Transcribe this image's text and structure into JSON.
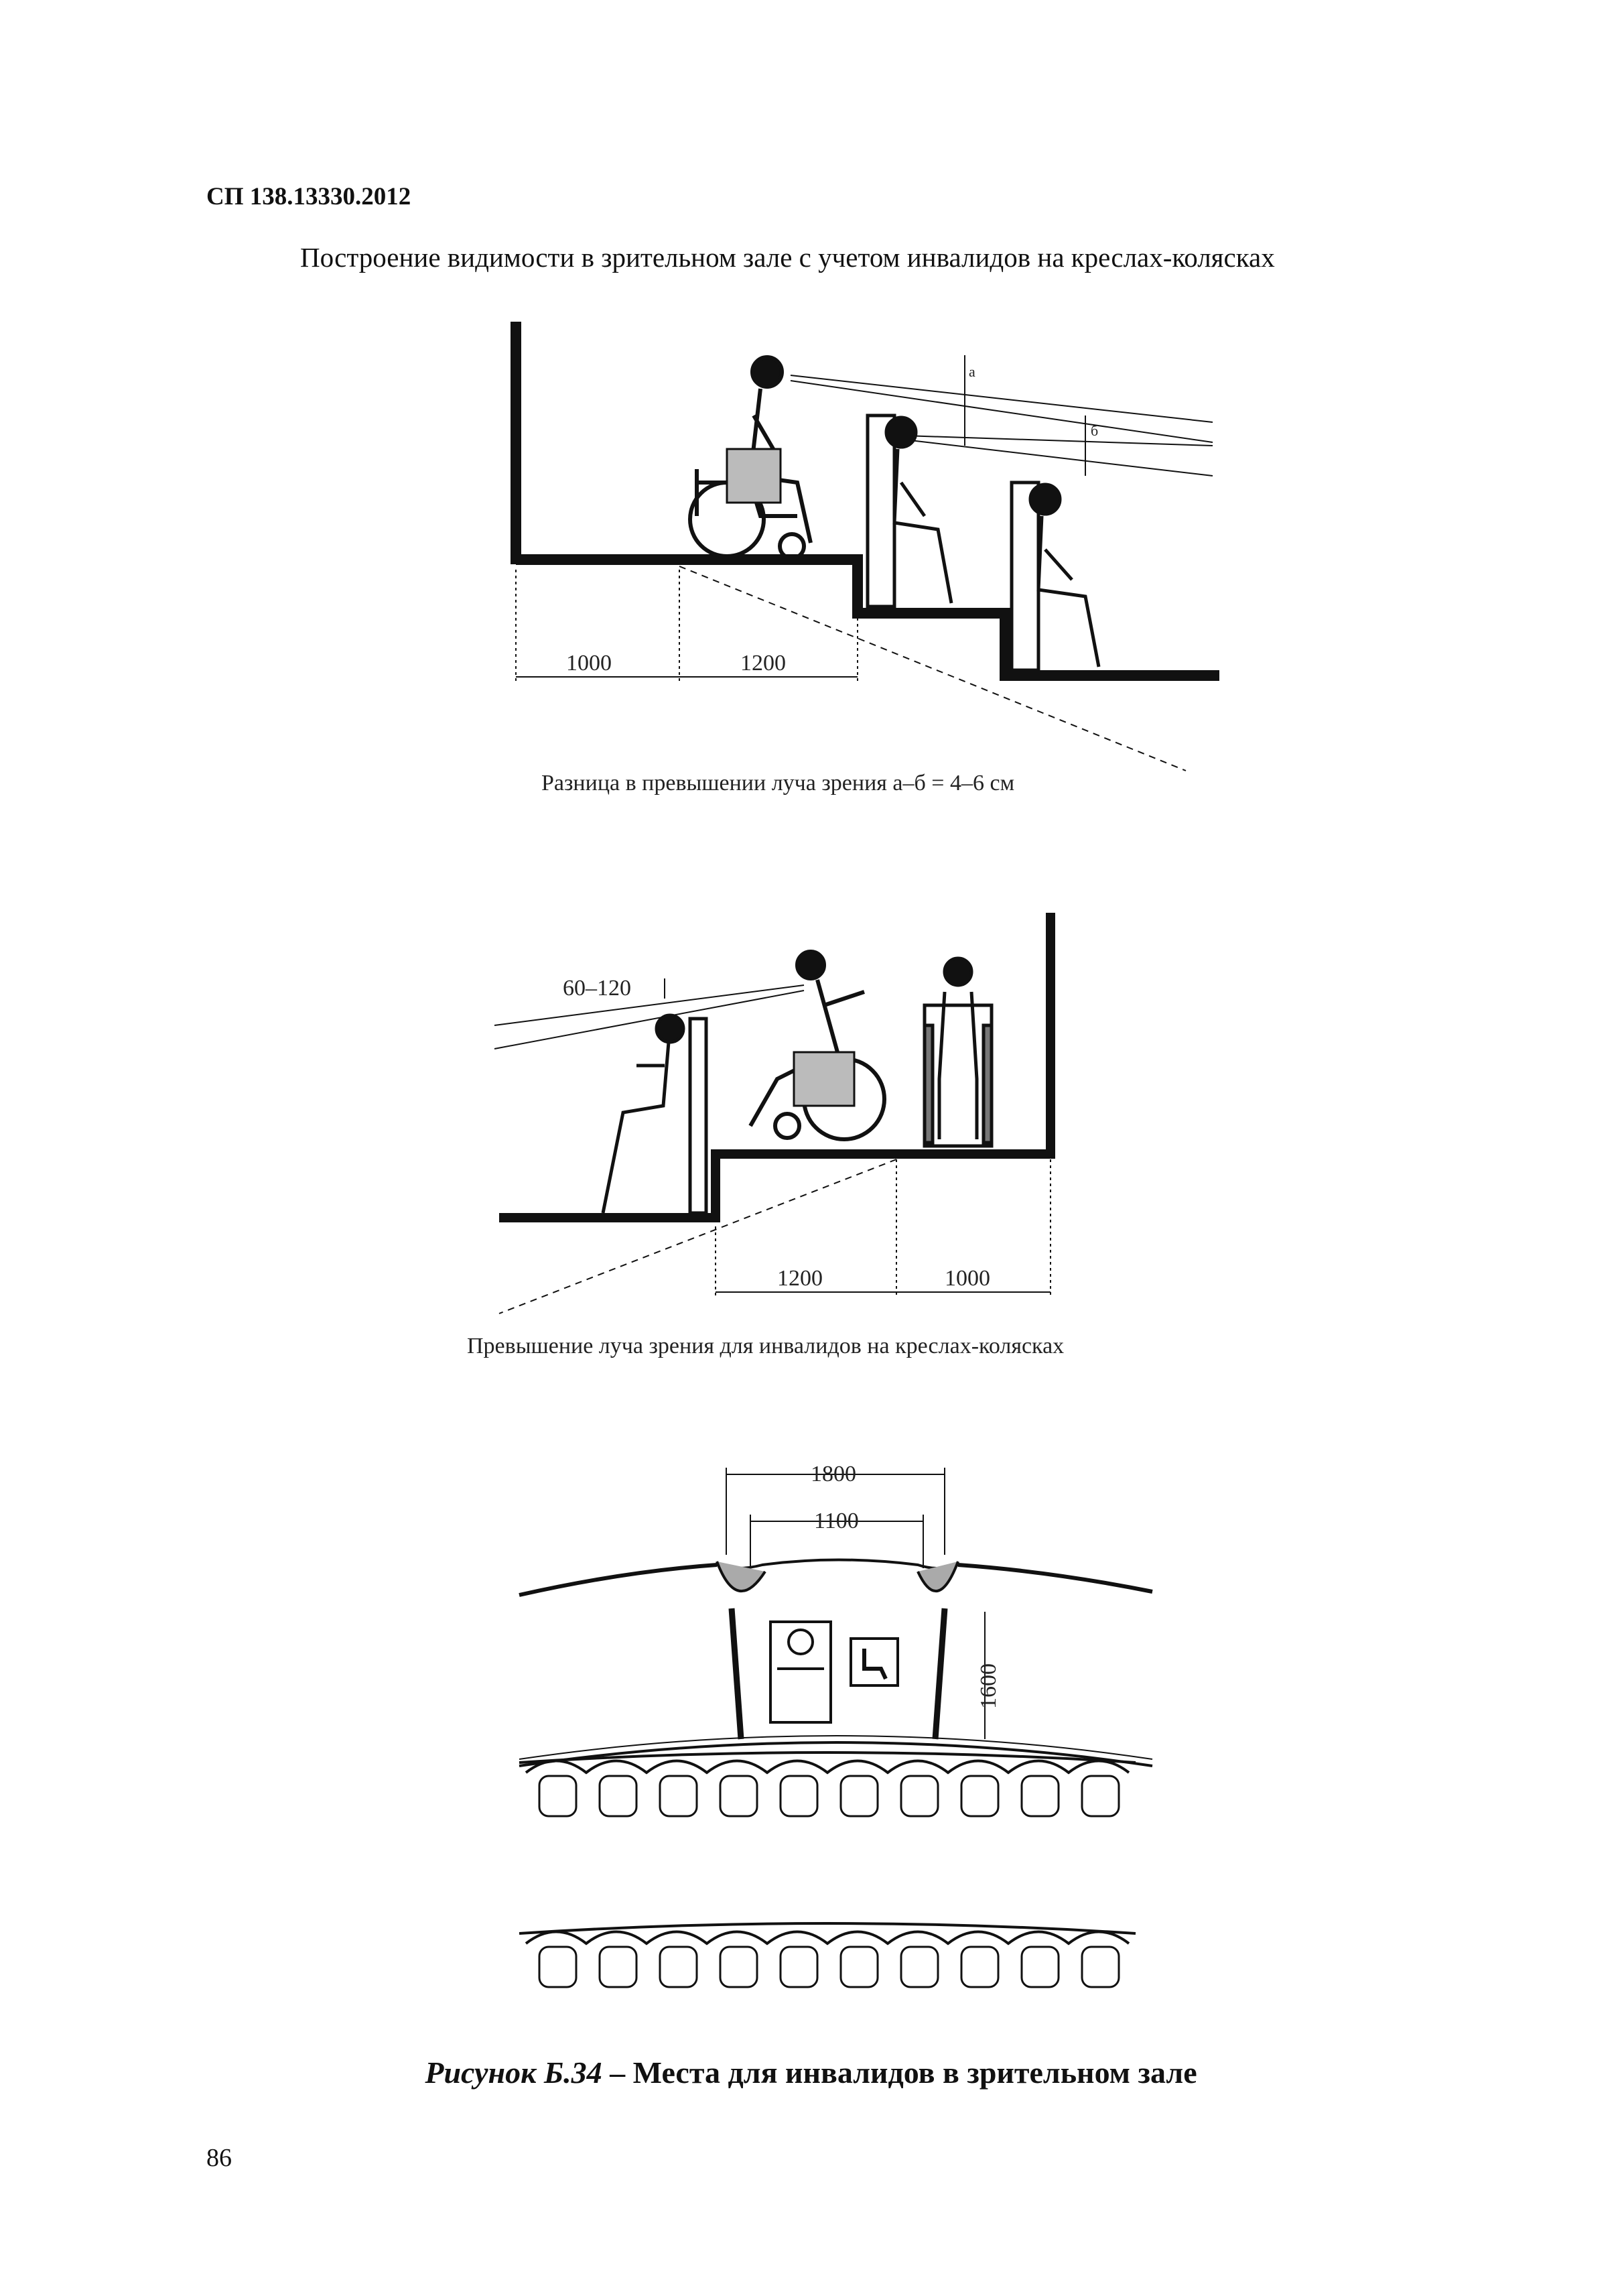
{
  "header": {
    "doc_code": "СП 138.13330.2012"
  },
  "figure": {
    "heading": "Построение видимости в зрительном зале с учетом инвалидов на креслах-колясках",
    "panel1": {
      "dims": [
        "1000",
        "1200"
      ],
      "marks": [
        "а",
        "б"
      ],
      "caption": "Разница в превышении луча зрения а–б = 4–6 см"
    },
    "panel2": {
      "offset": "60–120",
      "dims": [
        "1200",
        "1000"
      ],
      "caption": "Превышение луча зрения для инвалидов на креслах-колясках"
    },
    "panel3": {
      "dims": [
        "1800",
        "1100",
        "1600"
      ],
      "seat_rows": 2
    },
    "caption_num": "Рисунок Б.34",
    "caption_dash": " – ",
    "caption_text": "Места для инвалидов в зрительном зале"
  },
  "footer": {
    "page_number": "86"
  }
}
